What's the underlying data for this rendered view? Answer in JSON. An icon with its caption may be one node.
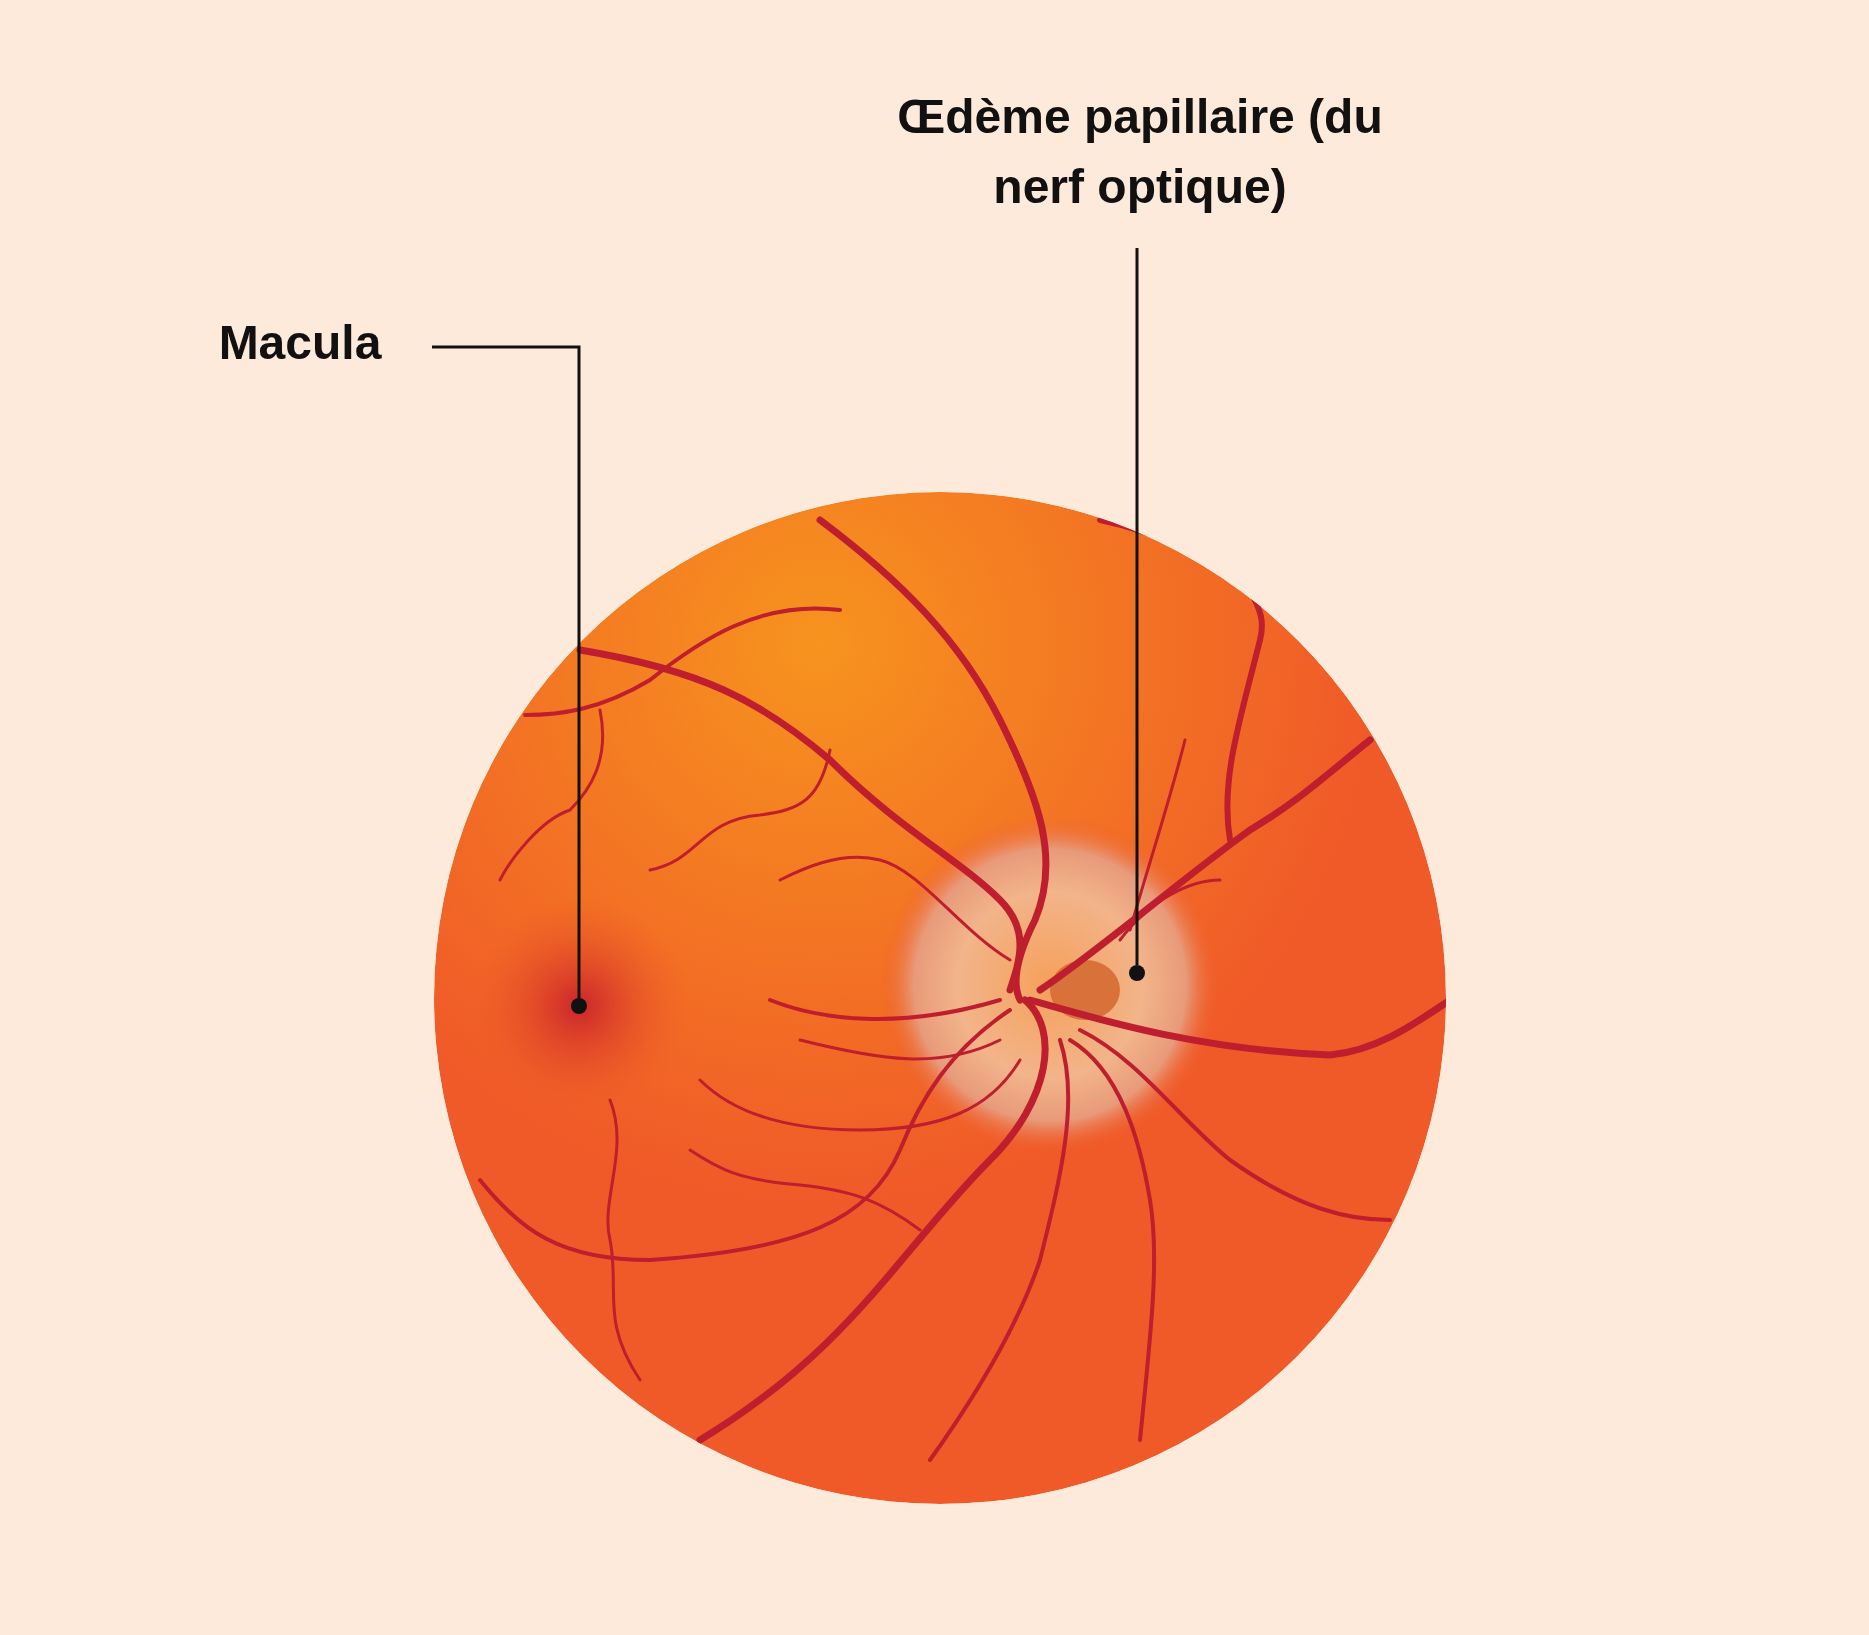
{
  "diagram": {
    "nodes": [
      {
        "text": [
          "Macula"
        ]
      },
      {
        "text": [],
        "shape": "circle"
      },
      {
        "text": [
          "Œdème papillaire (du nerf optique)"
        ]
      },
      {
        "text": [],
        "shape": "circle"
      }
    ],
    "edges": [
      {
        "from": 0,
        "to": 1,
        "arrow": "none"
      },
      {
        "from": 2,
        "to": 3,
        "arrow": "none"
      }
    ]
  }
}
